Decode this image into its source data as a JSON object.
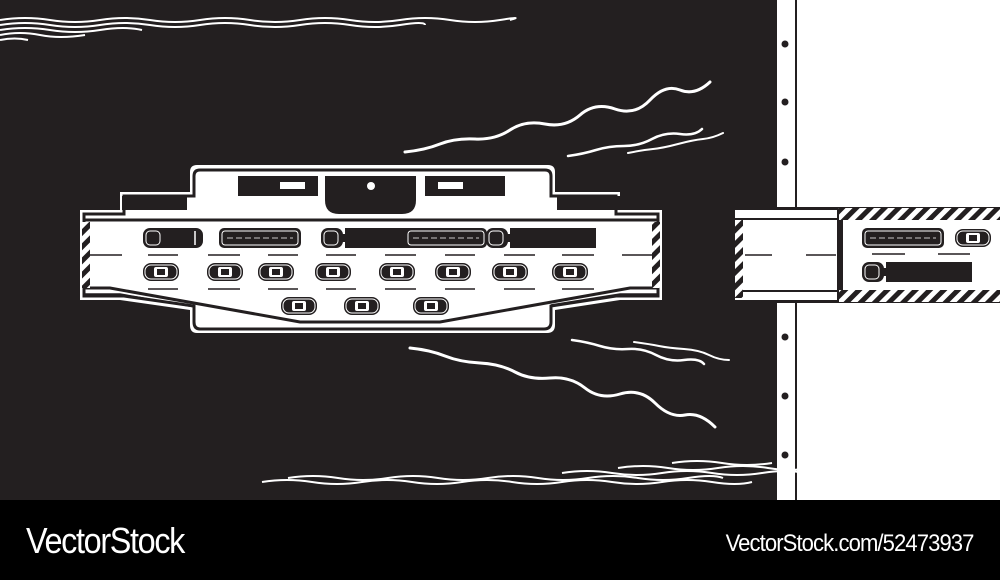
{
  "illustration": {
    "subject": "Car ferry approaching pier, top view",
    "colors": {
      "water": "#231f20",
      "land": "#ffffff",
      "ink": "#231f20",
      "foam": "#ffffff"
    },
    "ferry": {
      "vehicles": {
        "row1": [
          "van",
          "bus",
          "truck",
          "bus",
          "truck"
        ],
        "row2": [
          "car",
          "car",
          "car",
          "car",
          "car",
          "car",
          "car",
          "car"
        ],
        "row3": [
          "car",
          "car",
          "car"
        ]
      }
    },
    "ramp": {
      "vehicles": [
        "bus",
        "car",
        "truck"
      ]
    },
    "pier_bollards": 6
  },
  "footer": {
    "brand": "VectorStock",
    "url": "VectorStock.com/52473937"
  }
}
